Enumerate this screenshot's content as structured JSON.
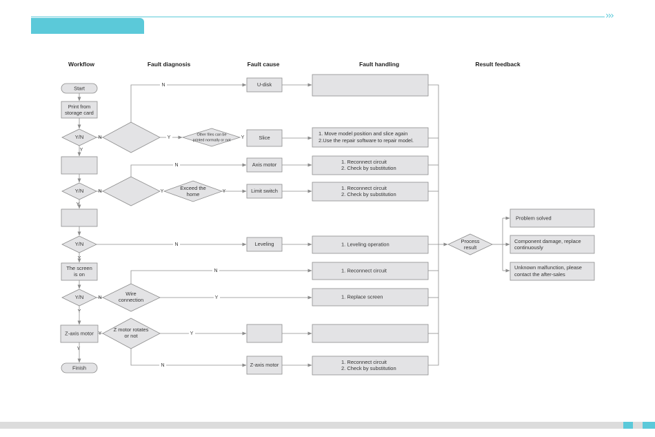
{
  "headers": {
    "workflow": "Workflow",
    "diagnosis": "Fault diagnosis",
    "cause": "Fault cause",
    "handling": "Fault handling",
    "result": "Result feedback"
  },
  "workflow": {
    "start": "Start",
    "print_1": "Print from",
    "print_2": "storage card",
    "yn": "Y/N",
    "screen_1": "The screen",
    "screen_2": "is on",
    "zaxis": "Z-axis motor",
    "finish": "Finish"
  },
  "diagnosis": {
    "other_1": "Other files can be",
    "other_2": "printed normally or not",
    "exceed_1": "Exceed the",
    "exceed_2": "home",
    "wire_1": "Wire",
    "wire_2": "connection",
    "zrot_1": "Z motor rotates",
    "zrot_2": "or not"
  },
  "causes": {
    "udisk": "U-disk",
    "slice": "Slice",
    "axis": "Axis motor",
    "limit": "Limit switch",
    "leveling": "Leveling",
    "zaxis": "Z-axis motor"
  },
  "handling": {
    "slice_1": "1. Move model position and slice again",
    "slice_2": "2.Use the repair software to repair model.",
    "reconnect": "1. Reconnect circuit",
    "substitution": "2. Check by substitution",
    "leveling": "1. Leveling operation",
    "replace": "1. Replace screen"
  },
  "process": {
    "line1": "Process",
    "line2": "result"
  },
  "results": {
    "solved": "Problem solved",
    "damage_1": "Component damage, replace",
    "damage_2": "continuously",
    "unknown_1": "Unknown malfunction, please",
    "unknown_2": "contact the after-sales"
  },
  "labels": {
    "y": "Y",
    "n": "N"
  },
  "colors": {
    "accent": "#5bc9d9",
    "box_fill": "#e3e3e5",
    "stroke": "#8c8c8c"
  }
}
